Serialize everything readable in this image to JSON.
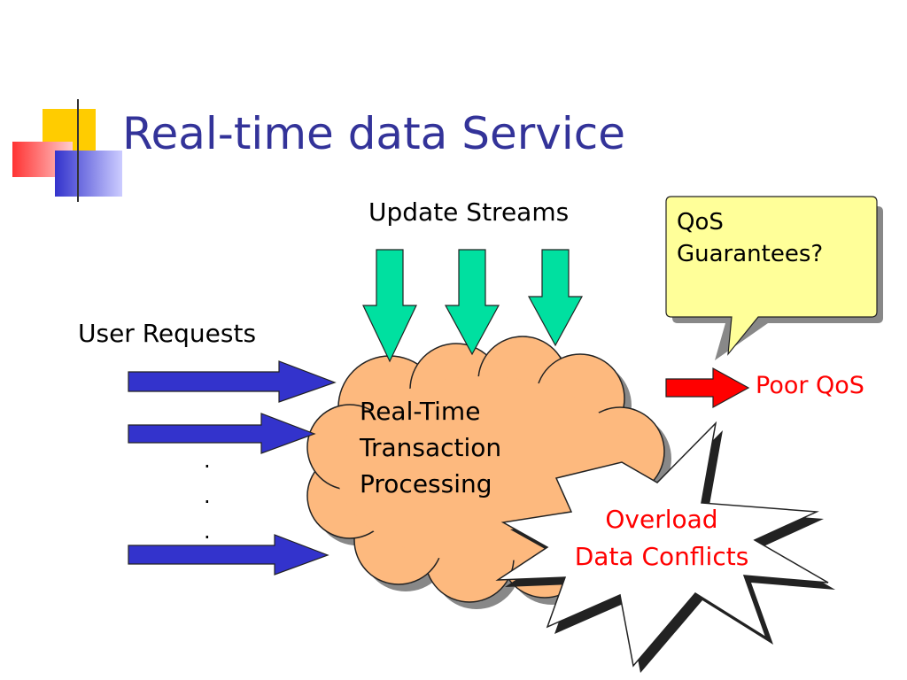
{
  "slide": {
    "title": "Real-time data Service"
  },
  "diagram": {
    "update_streams_label": "Update Streams",
    "user_requests_label": "User Requests",
    "cloud_lines": [
      "Real-Time",
      "Transaction",
      "Processing"
    ],
    "callout_lines": [
      "QoS",
      "Guarantees?"
    ],
    "poor_qos_label": "Poor QoS",
    "burst_lines": [
      "Overload",
      "Data Conflicts"
    ],
    "ellipsis": [
      ".",
      ".",
      "."
    ]
  },
  "colors": {
    "title": "#333399",
    "update_arrow": "#00e0a0",
    "request_arrow": "#3333cc",
    "poor_qos_arrow": "#ff0000",
    "cloud_fill": "#fdb97e",
    "callout_fill": "#ffff99",
    "alert_text": "#ff0000"
  }
}
